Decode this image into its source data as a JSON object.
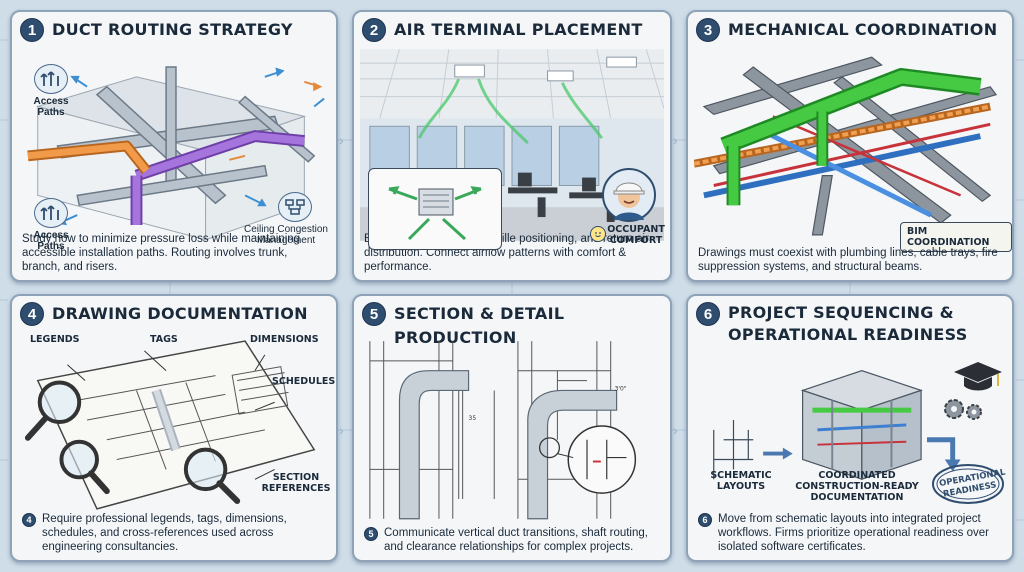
{
  "panels": [
    {
      "number": "1",
      "title": "DUCT ROUTING STRATEGY",
      "labels": {
        "access_paths_top": "Access\nPaths",
        "access_paths_bottom": "Access\nPaths",
        "ceiling": "Ceiling Congestion\nManagement"
      },
      "description": "Study how to minimize pressure loss while maintaining accessible installation paths. Routing involves trunk, branch, and risers."
    },
    {
      "number": "2",
      "title": "AIR TERMINAL PLACEMENT",
      "labels": {
        "occupant": "OCCUPANT\nCOMFORT"
      },
      "description": "Explain diffuser spacing, grille positioning, and return air distribution. Connect airflow patterns with comfort & performance."
    },
    {
      "number": "3",
      "title": "MECHANICAL COORDINATION",
      "labels": {
        "bim": "BIM COORDINATION"
      },
      "description": "Drawings must coexist with plumbing lines, cable trays, fire suppression systems, and structural beams."
    },
    {
      "number": "4",
      "title": "DRAWING DOCUMENTATION",
      "labels": {
        "legends": "LEGENDS",
        "tags": "TAGS",
        "dimensions": "DIMENSIONS",
        "schedules": "SCHEDULES",
        "section_refs": "SECTION\nREFERENCES"
      },
      "description_num": "4",
      "description": "Require professional legends, tags, dimensions, schedules, and cross-references used across engineering consultancies."
    },
    {
      "number": "5",
      "title": "SECTION & DETAIL PRODUCTION",
      "labels": {},
      "description_num": "5",
      "description": "Communicate vertical duct transitions, shaft routing, and clearance relationships for complex projects."
    },
    {
      "number": "6",
      "title": "PROJECT SEQUENCING & OPERATIONAL READINESS",
      "labels": {
        "schematic": "SCHEMATIC\nLAYOUTS",
        "coordinated": "COORDINATED\nCONSTRUCTION-READY\nDOCUMENTATION",
        "stamp": "OPERATIONAL\nREADINESS"
      },
      "description_num": "6",
      "description": "Move from schematic layouts into integrated project workflows. Firms prioritize operational readiness over isolated software certificates."
    }
  ],
  "colors": {
    "navy": "#2f4d6e",
    "duct_gray": "#a9b4bf",
    "duct_purple": "#8c5bc4",
    "duct_orange": "#e58a3a",
    "duct_green": "#3fbf3a",
    "pipe_blue": "#3d7fd1",
    "pipe_red": "#c8323a",
    "airflow_green": "#49c96a"
  },
  "icons": [
    "access-paths-icon",
    "ceiling-congestion-icon",
    "engineer-avatar-icon",
    "smile-icon",
    "magnifier-icon",
    "graduation-cap-icon",
    "gears-icon",
    "stamp-icon"
  ]
}
